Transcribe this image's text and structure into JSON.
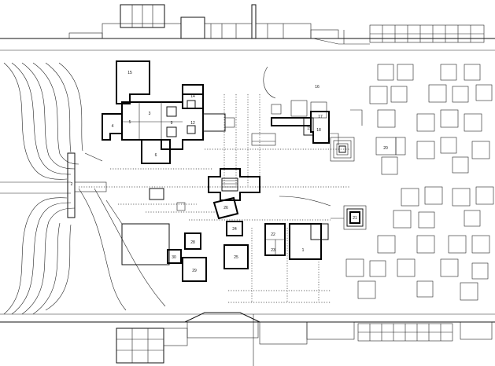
{
  "labels": {
    "l1": "1",
    "l2": "2",
    "l3": "3",
    "l4": "4",
    "l5": "5",
    "l6": "6",
    "l9": "9",
    "l12": "12",
    "l14": "14",
    "l15": "15",
    "l16": "16",
    "l17": "17",
    "l18": "18",
    "l19": "19",
    "l20": "20",
    "l21": "21",
    "l22": "22",
    "l23": "23",
    "l24": "24",
    "l25": "25",
    "l26": "26",
    "l28": "28",
    "l29": "29",
    "l30": "30"
  }
}
